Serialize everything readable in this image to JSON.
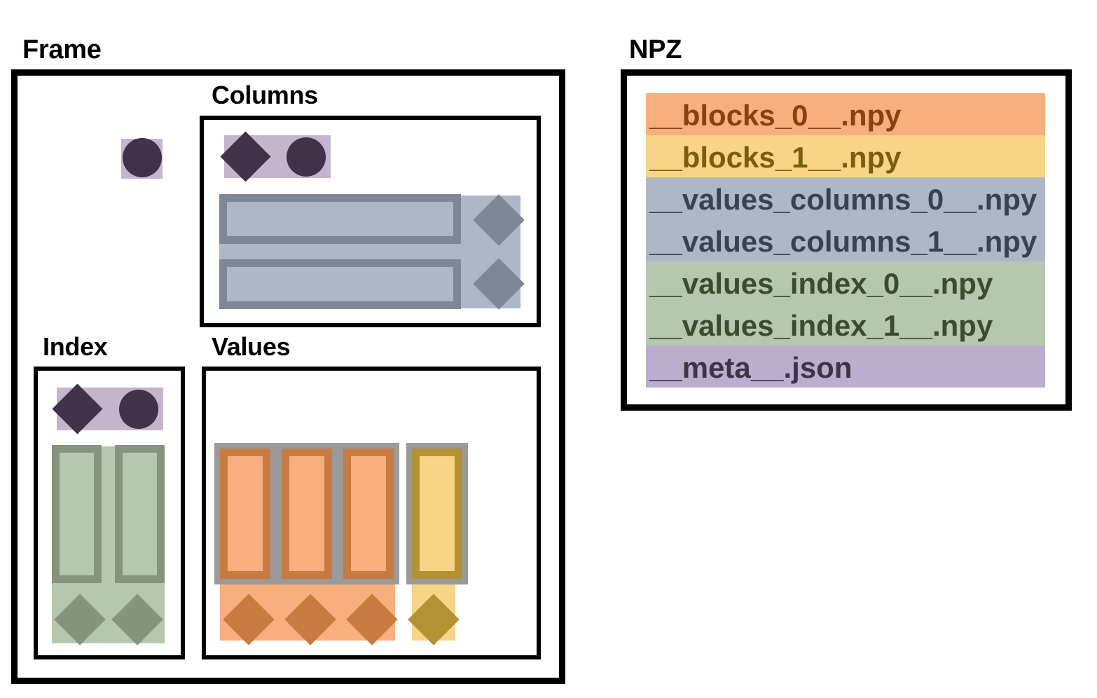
{
  "figure": {
    "type": "diagram",
    "description": "Pandas Frame object layout mapped to NPZ archive file entries"
  },
  "frame": {
    "title": "Frame",
    "columns": {
      "title": "Columns",
      "header_band_color": "#C4B4CE",
      "header_shapes": [
        "diamond",
        "circle"
      ],
      "body_band_color": "#AEB7C6",
      "bar_border_color": "#7E8795",
      "bar_count": 2,
      "diamond_count": 2,
      "diamond_color": "#7E8795"
    },
    "index": {
      "title": "Index",
      "header_band_color": "#C4B4CE",
      "header_shapes": [
        "diamond",
        "circle"
      ],
      "body_band_color": "#B5C7AE",
      "bar_border_color": "#86947E",
      "bar_count": 2,
      "diamond_count": 2,
      "diamond_color": "#86947E"
    },
    "values": {
      "title": "Values",
      "block_groups": [
        {
          "name": "blocks_0",
          "band_color": "#F9AE7D",
          "bar_border_color": "#C87B40",
          "outer_border_color": "#9A9A9A",
          "bar_count": 3,
          "diamond_count": 3,
          "diamond_color": "#C87B40"
        },
        {
          "name": "blocks_1",
          "band_color": "#F7D486",
          "bar_border_color": "#B39234",
          "outer_border_color": "#9A9A9A",
          "bar_count": 1,
          "diamond_count": 1,
          "diamond_color": "#B39234"
        }
      ]
    },
    "lone_marker": {
      "shape": "circle",
      "band_color": "#C4B4CE",
      "marker_color": "#413149"
    },
    "marker_color": "#413149"
  },
  "npz": {
    "title": "NPZ",
    "entries": [
      {
        "label": "__blocks_0__.npy",
        "bg": "#F9AE7D",
        "fg": "#8B3F12"
      },
      {
        "label": "__blocks_1__.npy",
        "bg": "#F7D486",
        "fg": "#7A5E0C"
      },
      {
        "label": "__values_columns_0__.npy",
        "bg": "#AEB7C6",
        "fg": "#39434F"
      },
      {
        "label": "__values_columns_1__.npy",
        "bg": "#AEB7C6",
        "fg": "#39434F"
      },
      {
        "label": "__values_index_0__.npy",
        "bg": "#B5C7AE",
        "fg": "#3C4A2E"
      },
      {
        "label": "__values_index_1__.npy",
        "bg": "#B5C7AE",
        "fg": "#3C4A2E"
      },
      {
        "label": "__meta__.json",
        "bg": "#B9AECE",
        "fg": "#413149"
      }
    ]
  },
  "palette": {
    "black": "#000000",
    "white": "#FFFFFF",
    "purple_band": "#C4B4CE",
    "purple_dark": "#413149",
    "gray_band": "#AEB7C6",
    "gray_dark": "#7E8795",
    "gray_outer": "#9A9A9A",
    "green_band": "#B5C7AE",
    "green_dark": "#86947E",
    "orange_band": "#F9AE7D",
    "orange_dark": "#C87B40",
    "yellow_band": "#F7D486",
    "yellow_dark": "#B39234"
  }
}
